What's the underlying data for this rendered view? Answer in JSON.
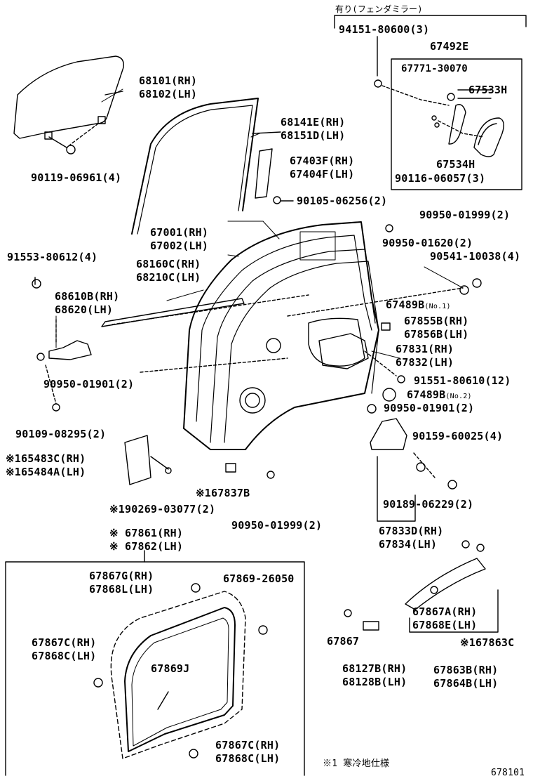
{
  "header_note": "有り(フェンダミラー)",
  "footnote": "※1 寒冷地仕様",
  "figure_number": "678101",
  "parts": [
    {
      "id": "p94151",
      "lines": [
        "94151-80600(3)"
      ]
    },
    {
      "id": "p67492E",
      "lines": [
        "67492E"
      ]
    },
    {
      "id": "p67771",
      "lines": [
        "67771-30070"
      ]
    },
    {
      "id": "p67533H",
      "lines": [
        "67533H"
      ]
    },
    {
      "id": "p67534H",
      "lines": [
        "67534H"
      ]
    },
    {
      "id": "p90116",
      "lines": [
        "90116-06057(3)"
      ]
    },
    {
      "id": "p68101",
      "lines": [
        "68101(RH)",
        "68102(LH)"
      ]
    },
    {
      "id": "p68141E",
      "lines": [
        "68141E(RH)",
        "68151D(LH)"
      ]
    },
    {
      "id": "p90119",
      "lines": [
        "90119-06961(4)"
      ]
    },
    {
      "id": "p67403F",
      "lines": [
        "67403F(RH)",
        "67404F(LH)"
      ]
    },
    {
      "id": "p90105",
      "lines": [
        "90105-06256(2)"
      ]
    },
    {
      "id": "p90950a",
      "lines": [
        "90950-01999(2)"
      ]
    },
    {
      "id": "p67001",
      "lines": [
        "67001(RH)",
        "67002(LH)"
      ]
    },
    {
      "id": "p90950b",
      "lines": [
        "90950-01620(2)"
      ]
    },
    {
      "id": "p91553",
      "lines": [
        "91553-80612(4)"
      ]
    },
    {
      "id": "p90541",
      "lines": [
        "90541-10038(4)"
      ]
    },
    {
      "id": "p68160C",
      "lines": [
        "68160C(RH)",
        "68210C(LH)"
      ]
    },
    {
      "id": "p68610B",
      "lines": [
        "68610B(RH)",
        "68620(LH)"
      ]
    },
    {
      "id": "p67489B1",
      "lines": [
        "67489B"
      ],
      "sub": "(No.1)"
    },
    {
      "id": "p67855B",
      "lines": [
        "67855B(RH)",
        "67856B(LH)"
      ]
    },
    {
      "id": "p67831",
      "lines": [
        "67831(RH)",
        "67832(LH)"
      ]
    },
    {
      "id": "p90950c",
      "lines": [
        "90950-01901(2)"
      ]
    },
    {
      "id": "p91551",
      "lines": [
        "91551-80610(12)"
      ]
    },
    {
      "id": "p67489B2",
      "lines": [
        "67489B"
      ],
      "sub": "(No.2)"
    },
    {
      "id": "p90950d",
      "lines": [
        "90950-01901(2)"
      ]
    },
    {
      "id": "p90109",
      "lines": [
        "90109-08295(2)"
      ]
    },
    {
      "id": "p90159",
      "lines": [
        "90159-60025(4)"
      ]
    },
    {
      "id": "p65483C",
      "lines": [
        "※165483C(RH)",
        "※165484A(LH)"
      ]
    },
    {
      "id": "p67837B",
      "lines": [
        "※167837B"
      ]
    },
    {
      "id": "p90269",
      "lines": [
        "※190269-03077(2)"
      ]
    },
    {
      "id": "p90189",
      "lines": [
        "90189-06229(2)"
      ]
    },
    {
      "id": "p90950e",
      "lines": [
        "90950-01999(2)"
      ]
    },
    {
      "id": "p67833D",
      "lines": [
        "67833D(RH)",
        "67834(LH)"
      ]
    },
    {
      "id": "p67861",
      "lines": [
        "※ 67861(RH)",
        "※ 67862(LH)"
      ]
    },
    {
      "id": "p67867G",
      "lines": [
        "67867G(RH)",
        "67868L(LH)"
      ]
    },
    {
      "id": "p67869_26050",
      "lines": [
        "67869-26050"
      ]
    },
    {
      "id": "p67867C_a",
      "lines": [
        "67867C(RH)",
        "67868C(LH)"
      ]
    },
    {
      "id": "p67869J",
      "lines": [
        "67869J"
      ]
    },
    {
      "id": "p67867C_b",
      "lines": [
        "67867C(RH)",
        "67868C(LH)"
      ]
    },
    {
      "id": "p67867A",
      "lines": [
        "67867A(RH)",
        "67868E(LH)"
      ]
    },
    {
      "id": "p67863C",
      "lines": [
        "※167863C"
      ]
    },
    {
      "id": "p67867",
      "lines": [
        "67867"
      ]
    },
    {
      "id": "p68127B",
      "lines": [
        "68127B(RH)",
        "68128B(LH)"
      ]
    },
    {
      "id": "p67863B",
      "lines": [
        "67863B(RH)",
        "67864B(LH)"
      ]
    }
  ]
}
